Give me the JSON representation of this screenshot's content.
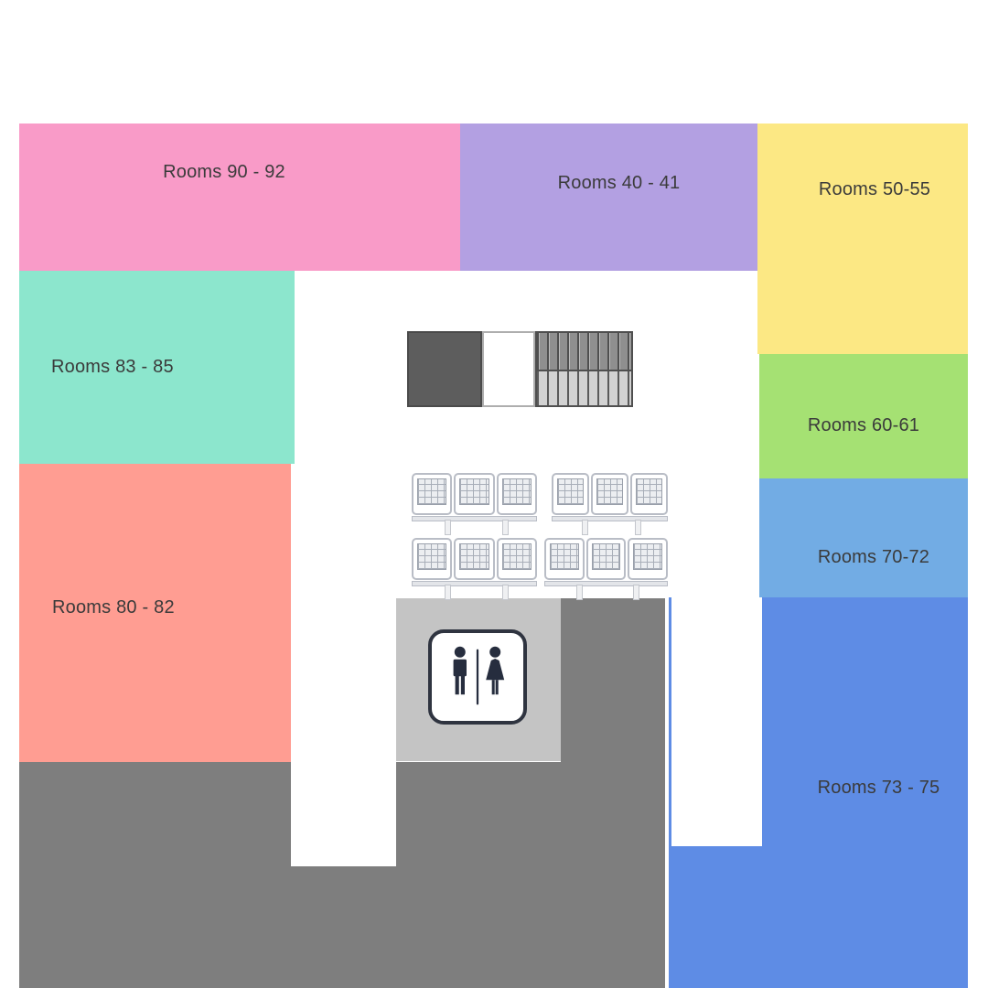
{
  "page": {
    "background": "#ffffff"
  },
  "rooms": {
    "r90_92": {
      "label": "Rooms 90 - 92",
      "color": "#F99BC8"
    },
    "r40_41": {
      "label": "Rooms 40 - 41",
      "color": "#B3A0E2"
    },
    "r50_55": {
      "label": "Rooms 50-55",
      "color": "#FCE884"
    },
    "r83_85": {
      "label": "Rooms 83 - 85",
      "color": "#8CE6CD"
    },
    "r80_82": {
      "label": "Rooms 80 - 82",
      "color": "#FF9D92"
    },
    "r60_61": {
      "label": "Rooms 60-61",
      "color": "#A5E173"
    },
    "r70_72": {
      "label": "Rooms 70-72",
      "color": "#72ACE4"
    },
    "r73_75": {
      "label": "Rooms 73 - 75",
      "color": "#5E8CE5"
    }
  },
  "areas": {
    "corridor_color": "#7E7E7E",
    "restroom_area_color": "#C4C4C4",
    "label_color": "#3B3B3B"
  },
  "icons": {
    "restroom_sign": "male-female-restroom",
    "stairs": "stairs-glyph",
    "seating": "waiting-area-bench",
    "icon_color": "#262D3E"
  }
}
